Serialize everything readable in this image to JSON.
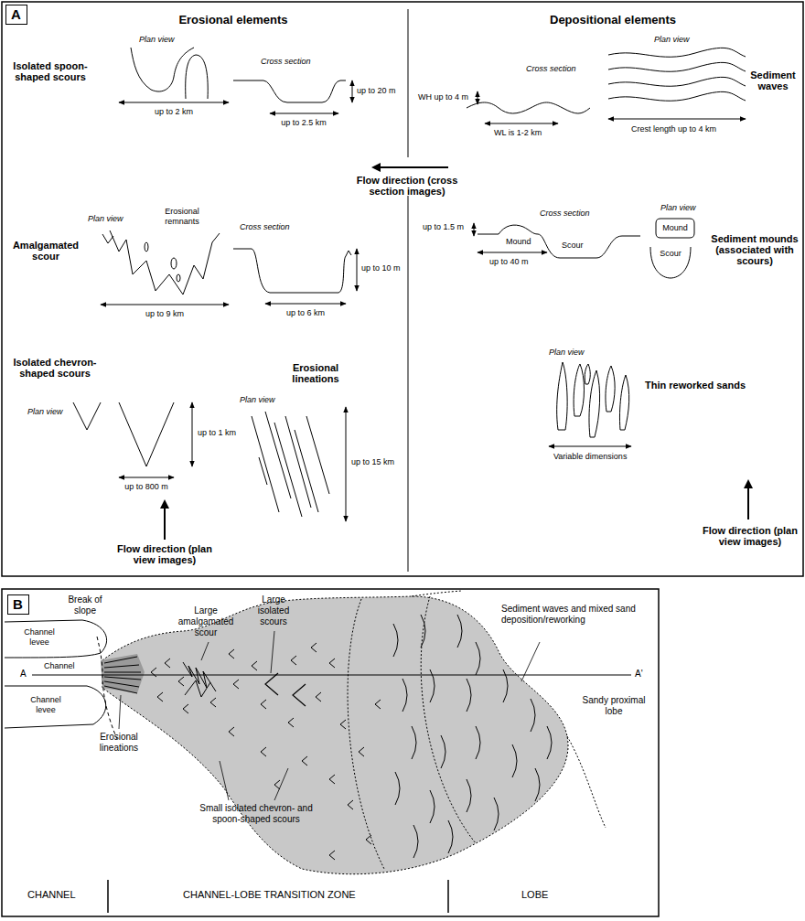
{
  "diagram": {
    "nodes": [
      {
        "text": [
          "A"
        ]
      },
      {
        "text": [
          "B"
        ]
      },
      {
        "text": [
          "Mound"
        ]
      },
      {
        "text": [
          "Scour"
        ]
      }
    ],
    "labels": [
      "Erosional elements",
      "Depositional elements",
      "Plan view",
      "Isolated spoon-shaped scours",
      "up to 2 km",
      "Cross section",
      "up to 20 m",
      "up to 2.5 km",
      "WH up to 4 m",
      "Cross section",
      "WL is 1-2 km",
      "Plan view",
      "Sediment waves",
      "Crest length up to 4 km",
      "Flow direction (cross section images)",
      "Amalgamated scour",
      "Plan view",
      "Erosional remnants",
      "up to 9 km",
      "Cross section",
      "up to 10 m",
      "up to 6 km",
      "up to 1.5 m",
      "Cross section",
      "up to 40 m",
      "Mound",
      "Scour",
      "Plan view",
      "Sediment mounds (associated with scours)",
      "Isolated chevron-shaped scours",
      "Plan view",
      "up to 1 km",
      "up to 800 m",
      "Erosional lineations",
      "Plan view",
      "up to 15 km",
      "Flow direction (plan view images)",
      "Plan view",
      "Thin reworked sands",
      "Variable dimensions",
      "Flow direction (plan view images)",
      "Break of slope",
      "Large amalgamated scour",
      "Large isolated scours",
      "Sediment waves and mixed sand deposition/reworking",
      "Channel levee",
      "Channel",
      "Channel levee",
      "A",
      "A'",
      "Sandy proximal lobe",
      "Erosional lineations",
      "Small isolated chevron- and spoon-shaped scours",
      "CHANNEL",
      "CHANNEL-LOBE TRANSITION ZONE",
      "LOBE"
    ]
  }
}
